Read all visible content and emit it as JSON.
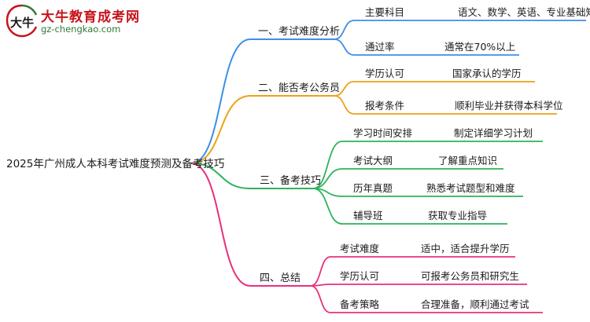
{
  "logo": {
    "title": "大牛教育成考网",
    "url": "gz-chengkao.com",
    "mark_text": "大牛"
  },
  "mindmap": {
    "root": "2025年广州成人本科考试难度预测及备考技巧",
    "branches": [
      {
        "label": "一、考试难度分析",
        "color": "#3d8fe6",
        "children": [
          {
            "label": "主要科目",
            "value": "语文、数学、英语、专业基础知识"
          },
          {
            "label": "通过率",
            "value": "通常在70%以上"
          }
        ]
      },
      {
        "label": "二、能否考公务员",
        "color": "#e9a318",
        "children": [
          {
            "label": "学历认可",
            "value": "国家承认的学历"
          },
          {
            "label": "报考条件",
            "value": "顺利毕业并获得本科学位"
          }
        ]
      },
      {
        "label": "三、备考技巧",
        "color": "#2db35a",
        "children": [
          {
            "label": "学习时间安排",
            "value": "制定详细学习计划"
          },
          {
            "label": "考试大纲",
            "value": "了解重点知识"
          },
          {
            "label": "历年真题",
            "value": "熟悉考试题型和难度"
          },
          {
            "label": "辅导班",
            "value": "获取专业指导"
          }
        ]
      },
      {
        "label": "四、总结",
        "color": "#e8307c",
        "children": [
          {
            "label": "考试难度",
            "value": "适中，适合提升学历"
          },
          {
            "label": "学历认可",
            "value": "可报考公务员和研究生"
          },
          {
            "label": "备考策略",
            "value": "合理准备，顺利通过考试"
          }
        ]
      }
    ]
  }
}
